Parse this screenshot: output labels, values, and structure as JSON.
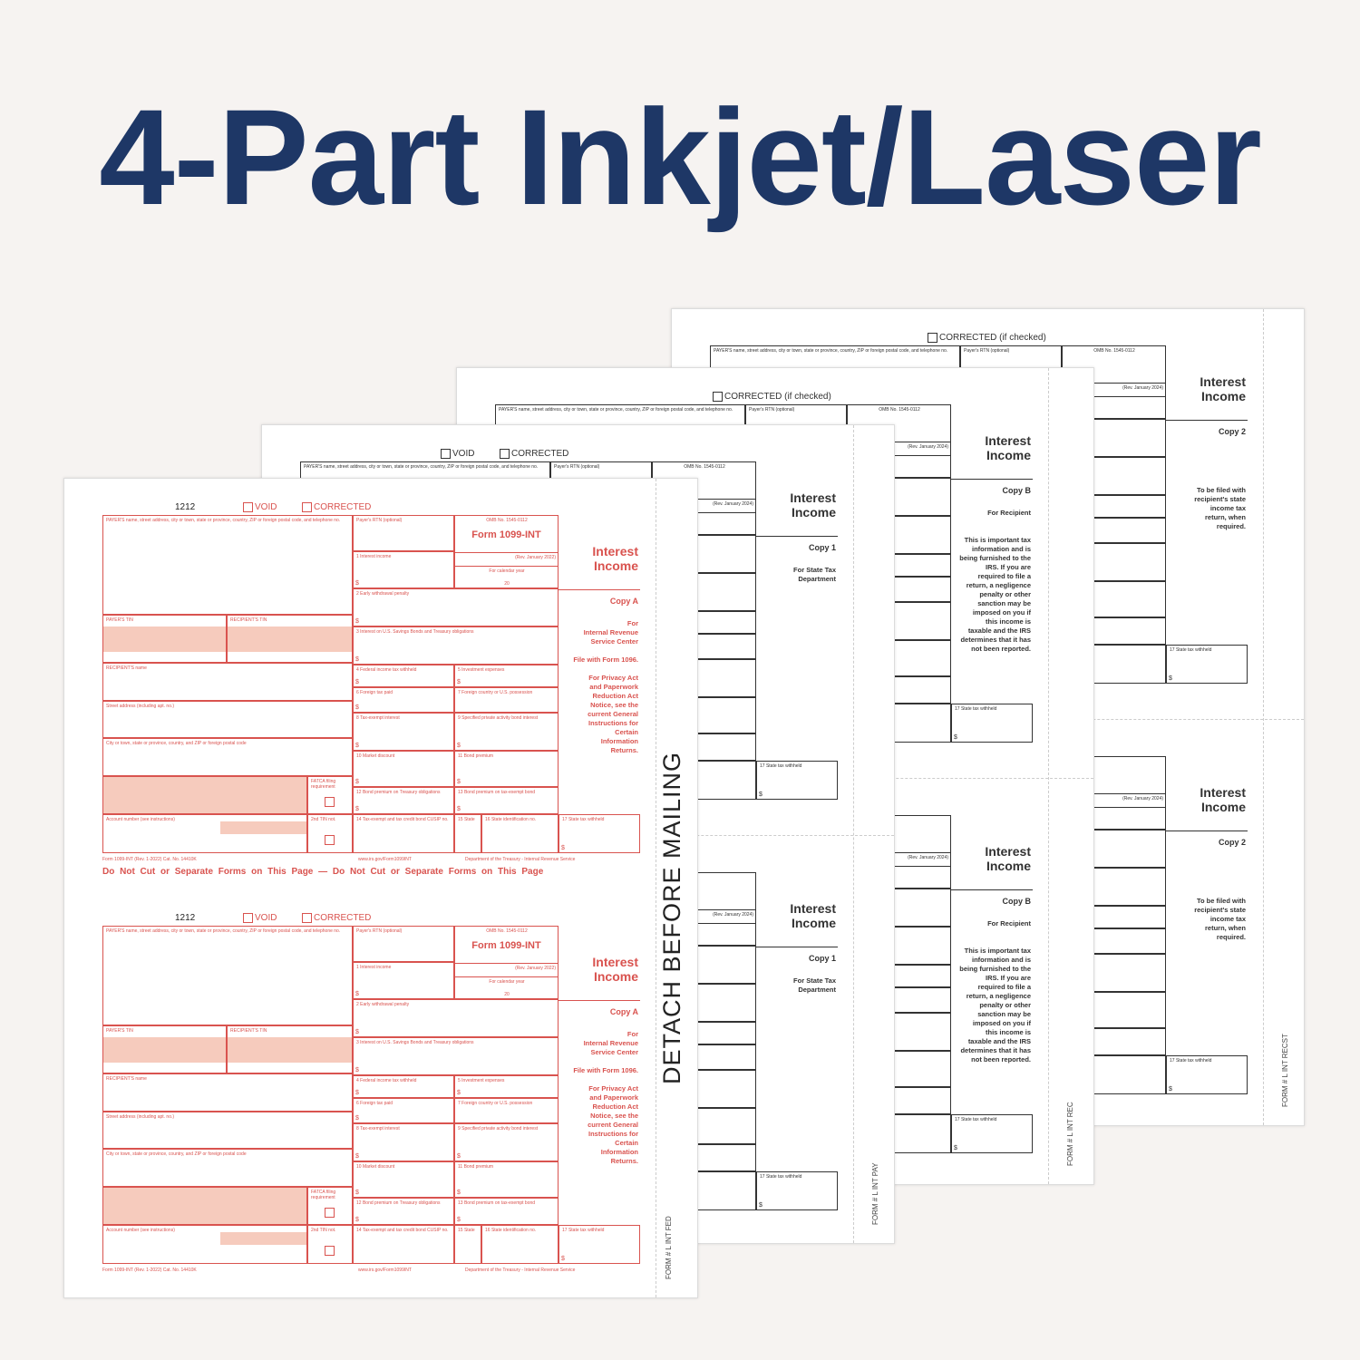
{
  "title": "4-Part Inkjet/Laser",
  "common": {
    "code": "1212",
    "void": "VOID",
    "corrected": "CORRECTED",
    "corrected_if_checked": "CORRECTED (if checked)",
    "payer": "PAYER'S name, street address, city or town, state or province, country, ZIP or foreign postal code, and telephone no.",
    "payer_tin": "PAYER'S TIN",
    "recipient_tin": "RECIPIENT'S TIN",
    "recipient_name": "RECIPIENT'S name",
    "street": "Street address (including apt. no.)",
    "city": "City or town, state or province, country, and ZIP or foreign postal code",
    "fatca": "FATCA filing requirement",
    "account": "Account number (see instructions)",
    "tin2": "2nd TIN not.",
    "rtn": "Payer's RTN (optional)",
    "omb": "OMB No. 1545-0112",
    "form_name": "Form 1099-INT",
    "cal_year": "For calendar year",
    "cal_20": "20",
    "b1": "1 Interest income",
    "b2": "2 Early withdrawal penalty",
    "b3": "3 Interest on U.S. Savings Bonds and Treasury obligations",
    "b4": "4 Federal income tax withheld",
    "b5": "5 Investment expenses",
    "b6": "6 Foreign tax paid",
    "b7": "7 Foreign country or U.S. possession",
    "b8": "8 Tax-exempt interest",
    "b9": "9 Specified private activity bond interest",
    "b10": "10 Market discount",
    "b11": "11 Bond premium",
    "b12": "12 Bond premium on Treasury obligations",
    "b13": "13 Bond premium on tax-exempt bond",
    "b14": "14 Tax-exempt and tax credit bond CUSIP no.",
    "b15": "15 State",
    "b16": "16 State identification no.",
    "b17": "17 State tax withheld",
    "dollar": "$",
    "interest_income": "Interest Income",
    "irs_url": "www.irs.gov/Form1099INT",
    "treasury": "Department of the Treasury - Internal Revenue Service",
    "form_footer_front": "Form 1099-INT (Rev. 1-2022) Cat. No. 14410K",
    "do_not_cut": "Do Not Cut or Separate Forms on This Page — Do Not Cut or Separate Forms on This Page",
    "detach": "DETACH BEFORE MAILING"
  },
  "sheets": [
    {
      "copy": "Copy A",
      "rev": "(Rev. January 2022)",
      "lines": [
        "For",
        "Internal Revenue",
        "Service Center",
        "",
        "File with Form 1096.",
        "",
        "For Privacy Act",
        "and Paperwork",
        "Reduction Act",
        "Notice, see the",
        "current General",
        "Instructions for",
        "Certain",
        "Information",
        "Returns."
      ],
      "form_code": "FORM # L INT FED",
      "color": "#d9534f",
      "shade": "#f6cbbd"
    },
    {
      "copy": "Copy 1",
      "rev": "(Rev. January 2024)",
      "lines": [
        "For State Tax",
        "Department"
      ],
      "form_code": "FORM # L INT PAY",
      "color": "#333333",
      "shade": "transparent"
    },
    {
      "copy": "Copy B",
      "rev": "(Rev. January 2024)",
      "lines": [
        "For Recipient",
        "",
        "",
        "This is important tax",
        "information and is",
        "being furnished to the",
        "IRS. If you are",
        "required to file a",
        "return, a negligence",
        "penalty or other",
        "sanction may be",
        "imposed on you if",
        "this income is",
        "taxable and the IRS",
        "determines that it has",
        "not been reported."
      ],
      "form_code": "FORM # L INT REC",
      "color": "#333333",
      "shade": "transparent"
    },
    {
      "copy": "Copy 2",
      "rev": "(Rev. January 2024)",
      "lines": [
        "",
        "",
        "",
        "",
        "To be filed with",
        "recipient's state",
        "income tax",
        "return, when",
        "required."
      ],
      "form_code": "FORM # L INT RECST",
      "color": "#333333",
      "shade": "transparent"
    }
  ]
}
